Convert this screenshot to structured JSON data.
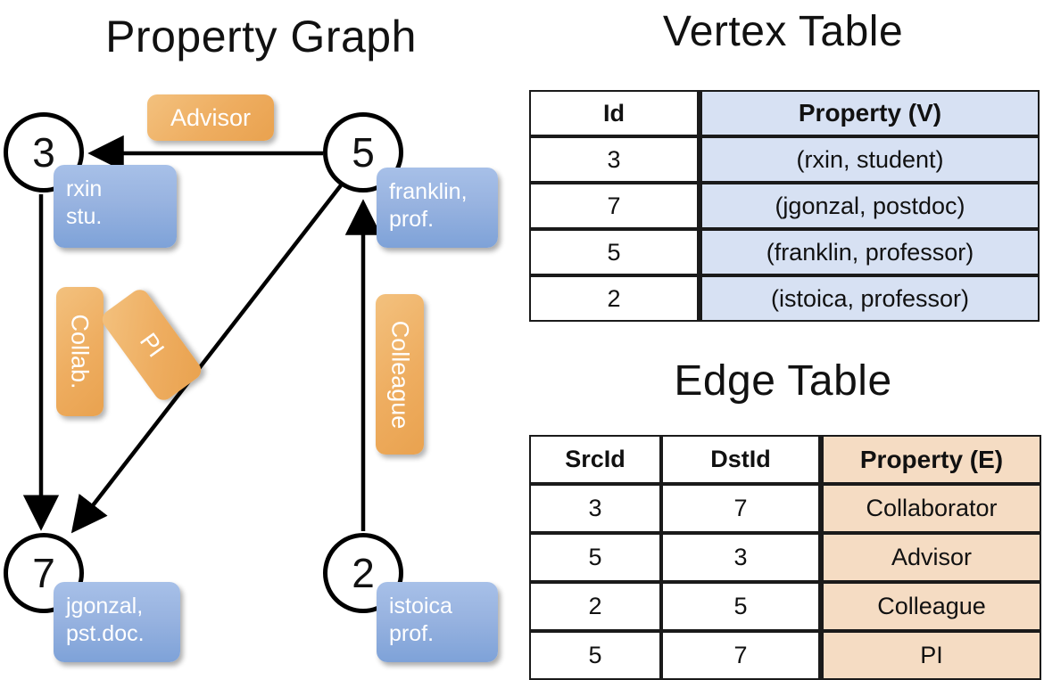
{
  "graph_panel": {
    "title": "Property Graph",
    "nodes": [
      {
        "id": "3",
        "property_line1": "rxin",
        "property_line2": "stu."
      },
      {
        "id": "5",
        "property_line1": "franklin,",
        "property_line2": "prof."
      },
      {
        "id": "7",
        "property_line1": "jgonzal,",
        "property_line2": "pst.doc."
      },
      {
        "id": "2",
        "property_line1": "istoica",
        "property_line2": "prof."
      }
    ],
    "edge_labels": [
      {
        "text": "Advisor",
        "from": "5",
        "to": "3"
      },
      {
        "text": "Collab.",
        "from": "3",
        "to": "7"
      },
      {
        "text": "PI",
        "from": "5",
        "to": "7"
      },
      {
        "text": "Colleague",
        "from": "2",
        "to": "5"
      }
    ],
    "colors": {
      "node_border": "#000000",
      "vertex_box": "#8FAEDE",
      "edge_box": "#EDAB5F",
      "arrow": "#000000"
    }
  },
  "vertex_table": {
    "title": "Vertex Table",
    "headers": [
      "Id",
      "Property (V)"
    ],
    "rows": [
      [
        "3",
        "(rxin, student)"
      ],
      [
        "7",
        "(jgonzal, postdoc)"
      ],
      [
        "5",
        "(franklin, professor)"
      ],
      [
        "2",
        "(istoica, professor)"
      ]
    ],
    "accent_color": "#D7E1F3"
  },
  "edge_table": {
    "title": "Edge Table",
    "headers": [
      "SrcId",
      "DstId",
      "Property (E)"
    ],
    "rows": [
      [
        "3",
        "7",
        "Collaborator"
      ],
      [
        "5",
        "3",
        "Advisor"
      ],
      [
        "2",
        "5",
        "Colleague"
      ],
      [
        "5",
        "7",
        "PI"
      ]
    ],
    "accent_color": "#F5DCC3"
  }
}
